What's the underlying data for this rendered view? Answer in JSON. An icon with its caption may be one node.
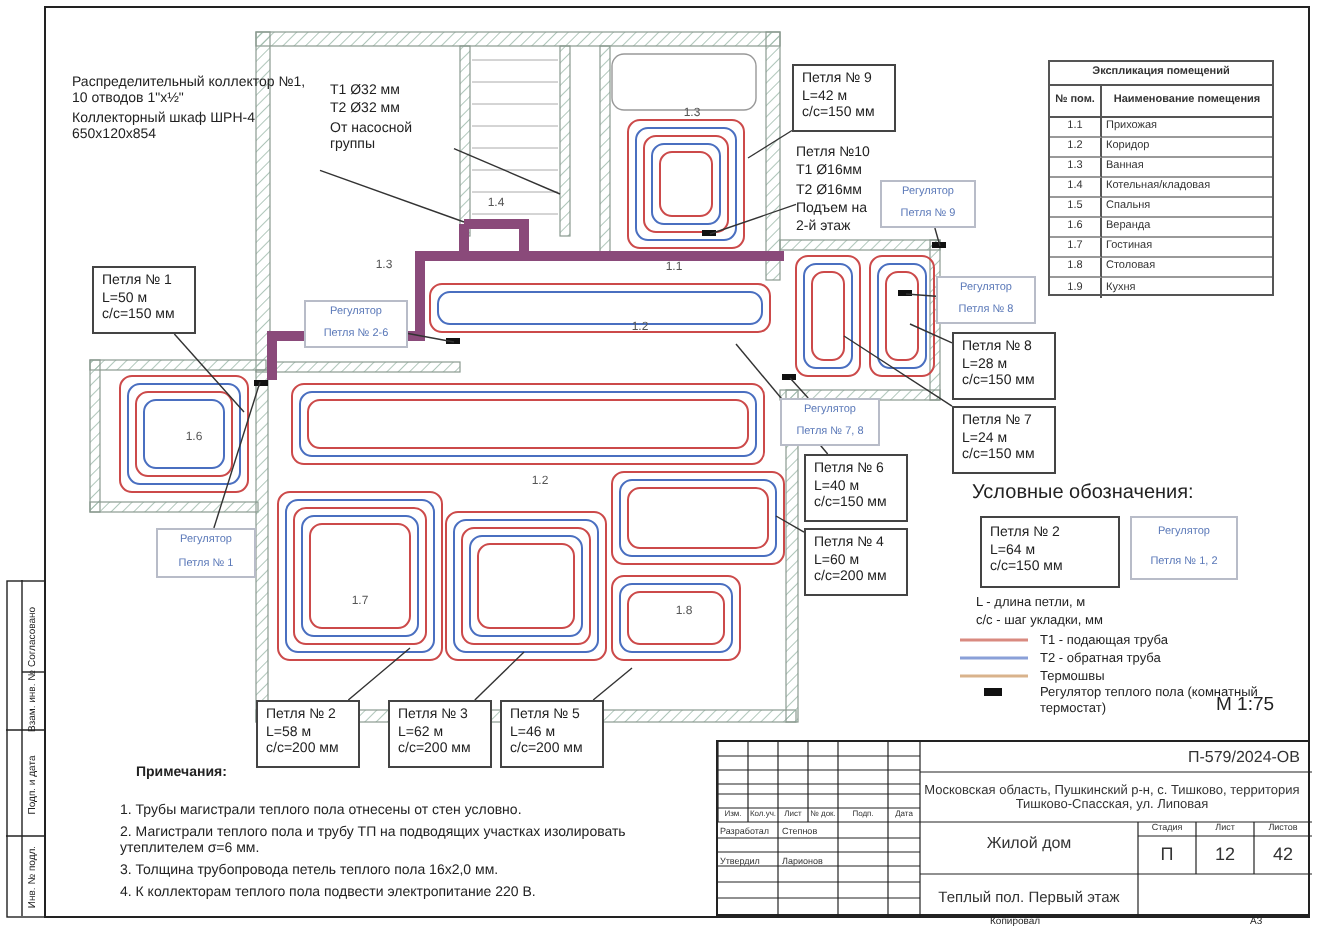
{
  "diagram": {
    "nodes": [
      {
        "text": [
          "Распределительный коллектор №1, 10 отводов 1\"x½\"",
          "Коллекторный шкаф ШРН-4 650x120x854"
        ]
      },
      {
        "text": [
          "T1 Ø32 мм",
          "T2 Ø32 мм",
          "От насосной группы"
        ]
      },
      {
        "text": [
          "Петля № 9",
          "L=42 м",
          "c/c=150 мм"
        ]
      },
      {
        "text": [
          "Петля №10",
          "T1 Ø16мм",
          "T2 Ø16мм",
          "Подъем на 2-й этаж"
        ]
      },
      {
        "text": [
          "Регулятор",
          "Петля № 9"
        ]
      },
      {
        "text": [
          "Петля № 1",
          "L=50 м",
          "c/c=150 мм"
        ]
      },
      {
        "text": [
          "Регулятор",
          "Петля № 2-6"
        ]
      },
      {
        "text": [
          "Регулятор",
          "Петля № 8"
        ]
      },
      {
        "text": [
          "Петля № 8",
          "L=28 м",
          "c/c=150 мм"
        ]
      },
      {
        "text": [
          "Петля № 7",
          "L=24 м",
          "c/c=150 мм"
        ]
      },
      {
        "text": [
          "Регулятор",
          "Петля № 7, 8"
        ]
      },
      {
        "text": [
          "Петля № 6",
          "L=40 м",
          "c/c=150 мм"
        ]
      },
      {
        "text": [
          "Петля № 4",
          "L=60 м",
          "c/c=200 мм"
        ]
      },
      {
        "text": [
          "Регулятор",
          "Петля № 1"
        ]
      },
      {
        "text": [
          "Петля № 2",
          "L=58 м",
          "c/c=200 мм"
        ]
      },
      {
        "text": [
          "Петля № 3",
          "L=62 м",
          "c/c=200 мм"
        ]
      },
      {
        "text": [
          "Петля № 5",
          "L=46 м",
          "c/c=200 мм"
        ]
      },
      {
        "text": [
          "Петля № 2",
          "L=64 м",
          "c/c=150 мм"
        ]
      },
      {
        "text": [
          "Регулятор",
          "Петля № 1, 2"
        ]
      }
    ],
    "edges": [
      {
        "from": 0,
        "to": null,
        "arrow": "none"
      },
      {
        "from": 1,
        "to": null,
        "arrow": "none"
      },
      {
        "from": 2,
        "to": null,
        "arrow": "none"
      },
      {
        "from": 3,
        "to": null,
        "arrow": "none"
      },
      {
        "from": 4,
        "to": null,
        "arrow": "none"
      },
      {
        "from": 5,
        "to": null,
        "arrow": "none"
      },
      {
        "from": 6,
        "to": null,
        "arrow": "none"
      },
      {
        "from": 7,
        "to": null,
        "arrow": "none"
      },
      {
        "from": 8,
        "to": null,
        "arrow": "none"
      },
      {
        "from": 9,
        "to": null,
        "arrow": "none"
      },
      {
        "from": 10,
        "to": null,
        "arrow": "none"
      },
      {
        "from": 11,
        "to": null,
        "arrow": "none"
      },
      {
        "from": 12,
        "to": null,
        "arrow": "none"
      },
      {
        "from": 13,
        "to": null,
        "arrow": "none"
      },
      {
        "from": 14,
        "to": null,
        "arrow": "none"
      },
      {
        "from": 15,
        "to": null,
        "arrow": "none"
      },
      {
        "from": 16,
        "to": null,
        "arrow": "none"
      }
    ],
    "labels": [
      "1.3",
      "1.4",
      "1.3",
      "1.1",
      "1.2",
      "1.6",
      "1.2",
      "1.7",
      "1.8",
      "Экспликация помещений",
      "№ пом.",
      "Наименование помещения",
      "1.1",
      "Прихожая",
      "1.2",
      "Коридор",
      "1.3",
      "Ванная",
      "1.4",
      "Котельная/кладовая",
      "1.5",
      "Спальня",
      "1.6",
      "Веранда",
      "1.7",
      "Гостиная",
      "1.8",
      "Столовая",
      "1.9",
      "Кухня",
      "Условные обозначения:",
      "L - длина петли, м",
      "c/c - шаг укладки, мм",
      "М 1:75",
      "Примечания:",
      "1. Трубы магистрали теплого пола отнесены от стен условно.",
      "2. Магистрали теплого пола и трубу ТП на подводящих участках изолировать утеплителем σ=6 мм.",
      "3. Толщина трубопровода петель теплого пола 16х2,0 мм.",
      "4. К коллекторам теплого пола подвести электропитание 220 В.",
      "Согласовано",
      "Взам. инв. №",
      "Подп. и дата",
      "Инв. № подл.",
      "П-579/2024-ОВ",
      "Московская область, Пушкинский р-н, с. Тишково, территория Тишково-Спасская, ул. Липовая",
      "Изм.",
      "Кол.уч.",
      "Лист",
      "№ док.",
      "Подп.",
      "Дата",
      "Разработал",
      "Степнов",
      "Утвердил",
      "Ларионов",
      "Жилой дом",
      "Стадия",
      "Лист",
      "Листов",
      "П",
      "12",
      "42",
      "Теплый пол. Первый этаж",
      "Копировал",
      "А3"
    ],
    "legend": [
      {
        "text": "T1 - подающая труба"
      },
      {
        "text": "T2 - обратная труба"
      },
      {
        "text": "Термошвы"
      },
      {
        "text": "Регулятор теплого пола (комнатный термостат)"
      }
    ]
  }
}
